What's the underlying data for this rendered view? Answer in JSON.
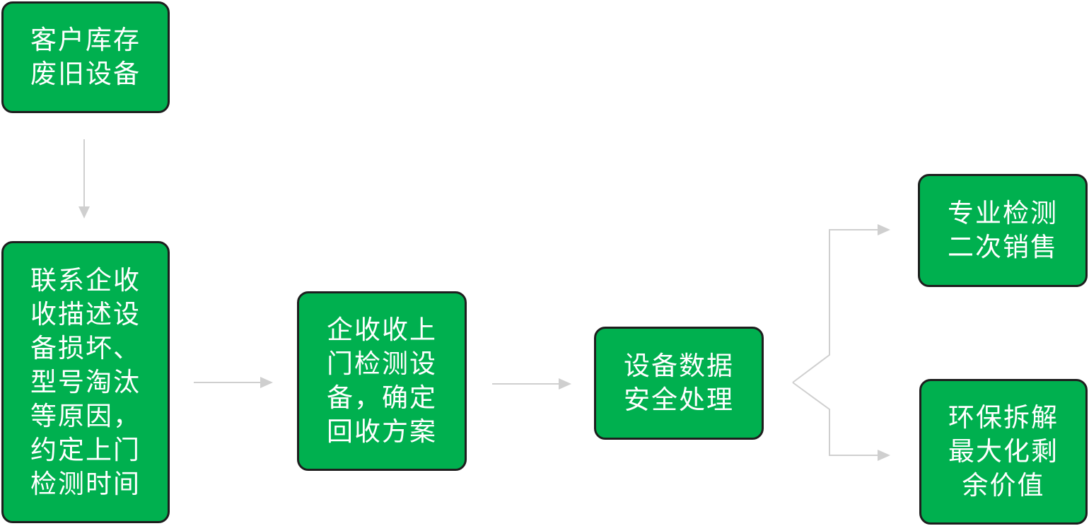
{
  "colors": {
    "box_fill": "#00b04f",
    "box_border": "#1e1e1e",
    "box_text": "#ffffff",
    "connector": "#cfcfcf"
  },
  "boxes": {
    "stock": {
      "lines": [
        "客户库存",
        "废旧设备"
      ]
    },
    "contact": {
      "lines": [
        "联系企收",
        "收描述设",
        "备损坏、",
        "型号淘汰",
        "等原因，",
        "约定上门",
        "检测时间"
      ]
    },
    "inspect": {
      "lines": [
        "企收收上",
        "门检测设",
        "备，确定",
        "回收方案"
      ]
    },
    "data": {
      "lines": [
        "设备数据",
        "安全处理"
      ]
    },
    "resale": {
      "lines": [
        "专业检测",
        "二次销售"
      ]
    },
    "dismantle": {
      "lines": [
        "环保拆解",
        "最大化剩",
        "余价值"
      ]
    }
  }
}
